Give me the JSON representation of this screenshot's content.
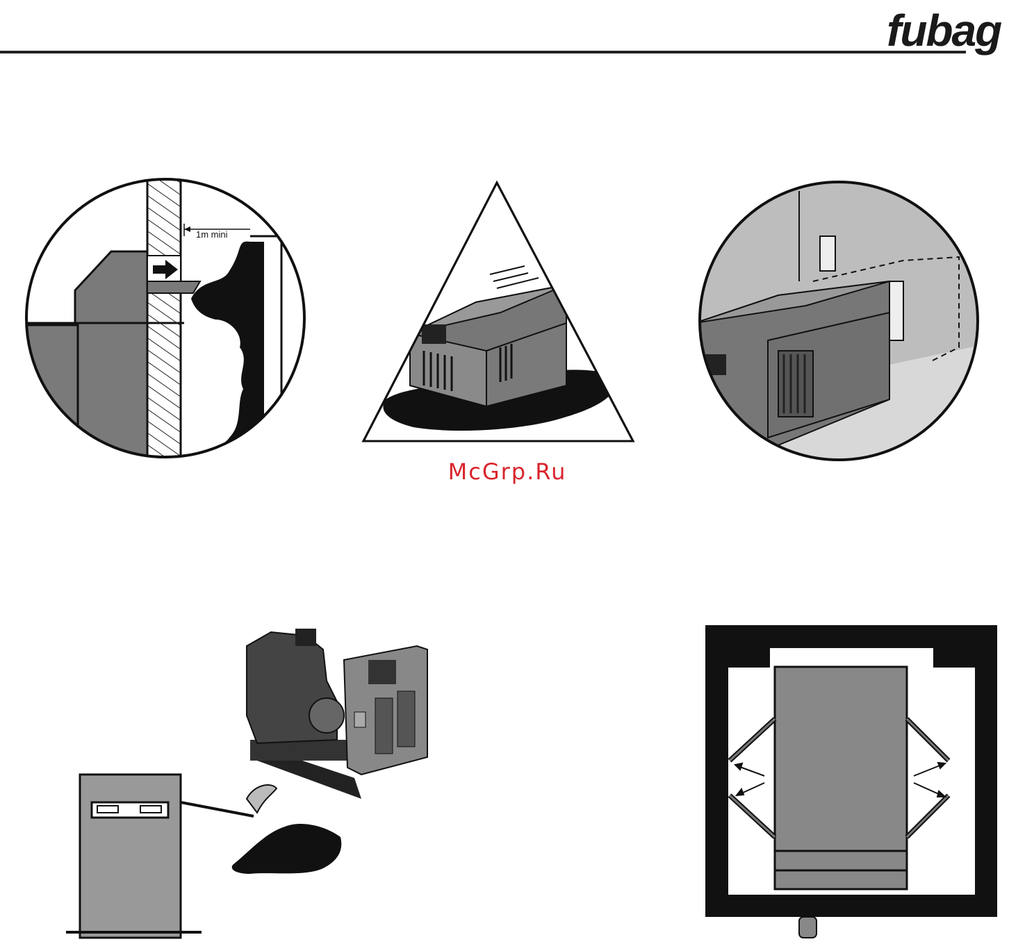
{
  "brand": {
    "logo_text": "fubag",
    "accent_color": "#1a1a1a"
  },
  "watermark": {
    "text": "McGrp.Ru",
    "color": "#d9242c"
  },
  "figures": {
    "fig1": {
      "label": "1m mini"
    }
  }
}
